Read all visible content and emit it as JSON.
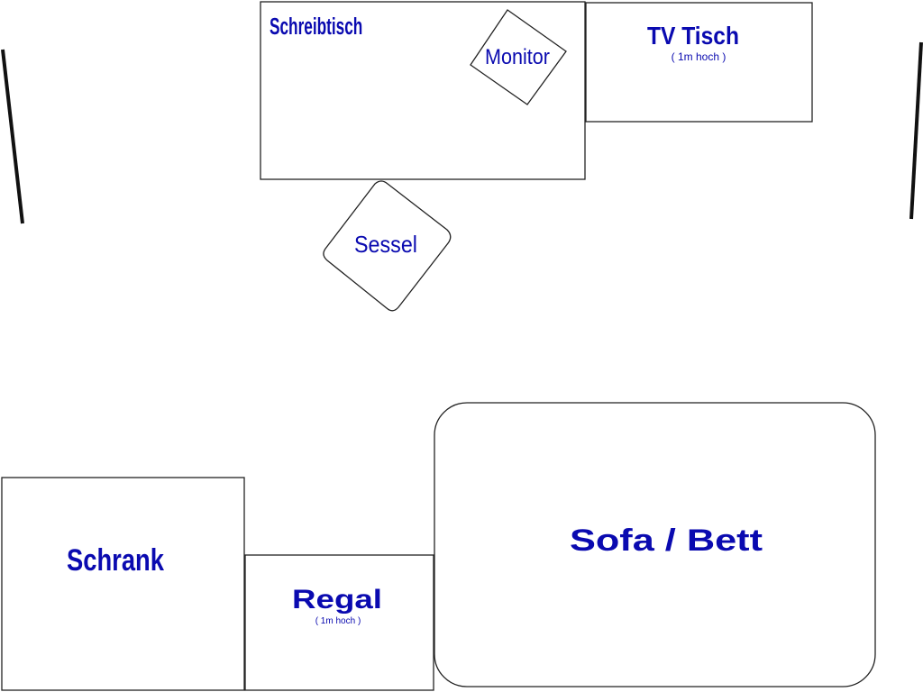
{
  "title": "Zimmerplan",
  "colors": {
    "label": "#0a0ab0",
    "outline": "#222222"
  },
  "furniture": {
    "schreibtisch": {
      "label": "Schreibtisch"
    },
    "monitor": {
      "label": "Monitor"
    },
    "tv_tisch": {
      "label": "TV Tisch",
      "note": "( 1m hoch )"
    },
    "sessel": {
      "label": "Sessel"
    },
    "schrank": {
      "label": "Schrank"
    },
    "regal": {
      "label": "Regal",
      "note": "( 1m hoch )"
    },
    "sofa": {
      "label": "Sofa / Bett"
    }
  }
}
